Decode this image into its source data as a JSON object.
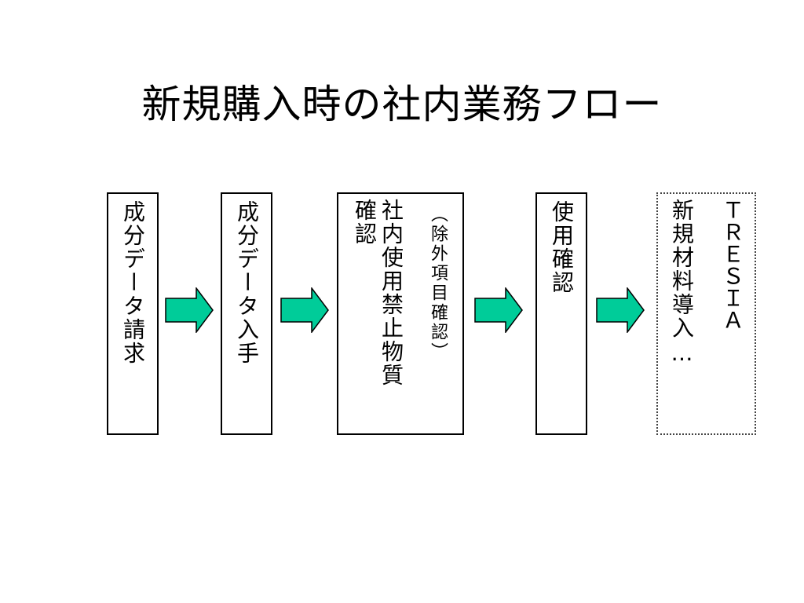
{
  "title": "新規購入時の社内業務フロー",
  "colors": {
    "arrow_fill": "#00CC99",
    "box_border": "#000000"
  },
  "flow": [
    {
      "lines": [
        "成分データ請求"
      ]
    },
    {
      "lines": [
        "成分データ入手"
      ]
    },
    {
      "lines": [
        "社内使用禁止物質",
        "確認"
      ],
      "note": "（除外項目確認）"
    },
    {
      "lines": [
        "使用確認"
      ]
    },
    {
      "lines": [
        "ＴＲＥＳＩＡ",
        "新規材料導入…"
      ]
    }
  ],
  "arrows": [
    "right-arrow",
    "right-arrow",
    "right-arrow",
    "right-arrow"
  ]
}
